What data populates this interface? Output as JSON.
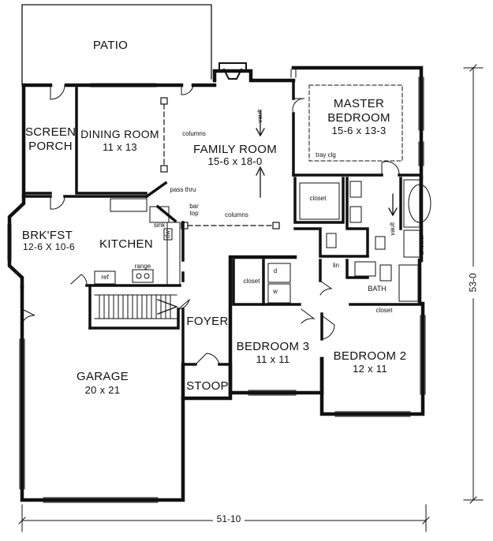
{
  "rooms": {
    "patio": "PATIO",
    "screen_porch": {
      "line1": "SCREEN",
      "line2": "PORCH"
    },
    "dining_room": {
      "name": "DINING ROOM",
      "size": "11 x 13"
    },
    "family_room": {
      "name": "FAMILY ROOM",
      "size": "15-6 x 18-0"
    },
    "master_bedroom": {
      "line1": "MASTER",
      "line2": "BEDROOM",
      "size": "15-6 x 13-3"
    },
    "brkfst": {
      "name": "BRK'FST",
      "size": "12-6 X 10-6"
    },
    "kitchen": "KITCHEN",
    "foyer": "FOYER",
    "bedroom3": {
      "name": "BEDROOM 3",
      "size": "11 x 11"
    },
    "bedroom2": {
      "name": "BEDROOM 2",
      "size": "12 x 11"
    },
    "garage": {
      "name": "GARAGE",
      "size": "20 x 21"
    },
    "stoop": "STOOP",
    "bath": "BATH"
  },
  "notes": {
    "columns_top": "columns",
    "columns_bottom": "columns",
    "vault_family": "vault",
    "vault_bath": "vault",
    "tray_clg": "tray clg",
    "pass_thru": "pass thru",
    "bar_top": "bar top",
    "closet_master": "closet",
    "closet_bed3": "closet",
    "closet_bed2": "closet",
    "lin": "lin",
    "shower": "shower",
    "ref": "ref",
    "range": "range",
    "sink": "sink",
    "dw": "dw",
    "w": "w",
    "d": "d"
  },
  "dimensions": {
    "width": "51-10",
    "depth": "53-0"
  }
}
